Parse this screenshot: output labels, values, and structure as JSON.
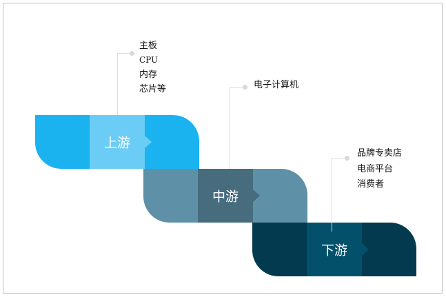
{
  "stages": [
    {
      "label": "上游",
      "items": [
        "主板",
        "CPU",
        "内存",
        "芯片等"
      ],
      "colors": {
        "outer": "#1ab3f0",
        "middle": "#6bcdf5"
      }
    },
    {
      "label": "中游",
      "items": [
        "电子计算机"
      ],
      "colors": {
        "outer": "#5e91a8",
        "middle": "#466c7e"
      }
    },
    {
      "label": "下游",
      "items": [
        "品牌专卖店",
        "电商平台",
        "消费者"
      ],
      "colors": {
        "outer": "#033a4f",
        "middle": "#03506b"
      }
    }
  ]
}
